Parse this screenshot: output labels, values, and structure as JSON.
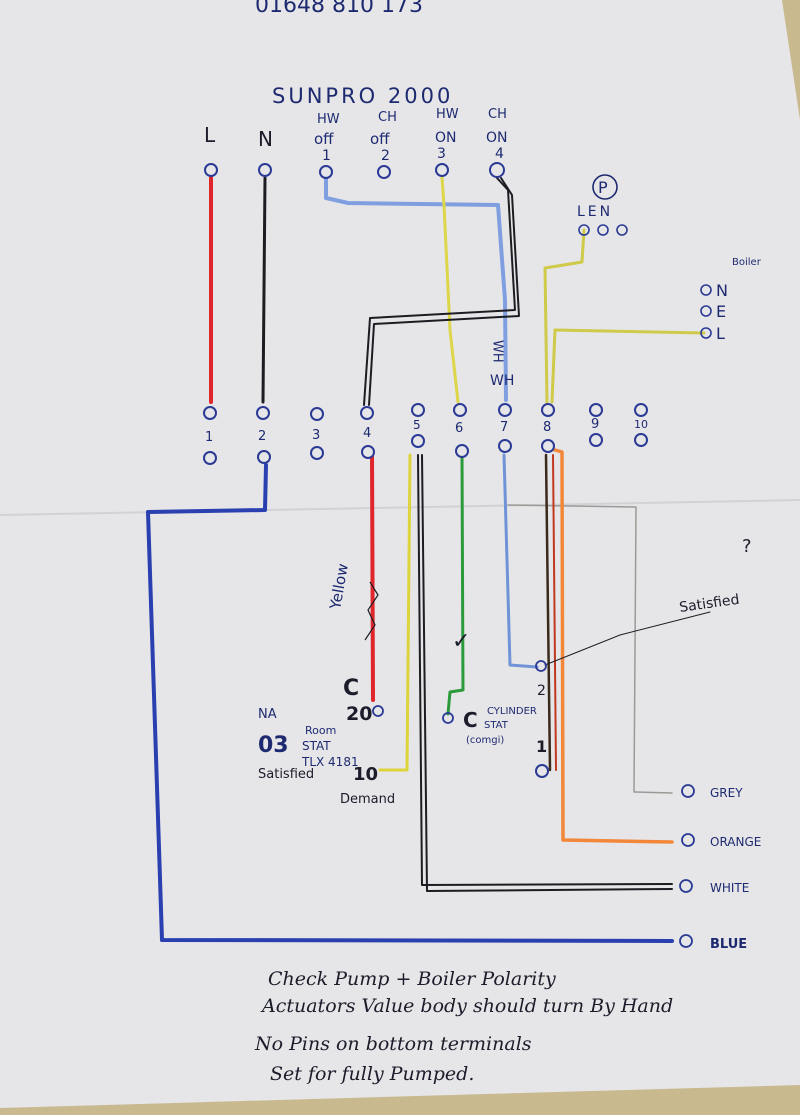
{
  "header": {
    "top_fragment": "01648 810 173",
    "title": "SUNPRO 2000"
  },
  "programmer": {
    "terminals": [
      {
        "top": "L",
        "sub": ""
      },
      {
        "top": "N",
        "sub": ""
      },
      {
        "top": "HW",
        "sub": "off",
        "num": "1"
      },
      {
        "top": "CH",
        "sub": "off",
        "num": "2"
      },
      {
        "top": "HW",
        "sub": "ON",
        "num": "3"
      },
      {
        "top": "CH",
        "sub": "ON",
        "num": "4"
      }
    ]
  },
  "pump": {
    "symbol": "P",
    "label": "LEN"
  },
  "boiler": {
    "title": "Boiler",
    "terminals": [
      "N",
      "E",
      "L"
    ]
  },
  "junction": {
    "numbers": [
      "1",
      "2",
      "3",
      "4",
      "5",
      "6",
      "7",
      "8",
      "9",
      "10"
    ],
    "wh_label_1": "WH",
    "wh_label_2": "WH"
  },
  "room_stat": {
    "top_label": "C",
    "num_top": "20",
    "na": "NA",
    "num_left": "03",
    "room": "Room",
    "stat": "STAT",
    "model": "TLX 4181",
    "num_bottom": "10",
    "satisfied": "Satisfied",
    "demand": "Demand"
  },
  "cylinder_stat": {
    "c_label": "C",
    "line1": "CYLINDER",
    "line2": "STAT",
    "line3": "(comgi)",
    "num_top": "2",
    "num_bottom": "1"
  },
  "annotations": {
    "yellow": "Yellow",
    "question": "?",
    "satisfied": "Satisfied",
    "tick": "✓"
  },
  "cables": [
    {
      "label": "GREY",
      "color": "#8f8f8a"
    },
    {
      "label": "ORANGE",
      "color": "#f2873a"
    },
    {
      "label": "WHITE",
      "color": "#2b2b33"
    },
    {
      "label": "BLUE",
      "color": "#2a3fb0"
    }
  ],
  "notes": [
    "Check Pump + Boiler Polarity",
    "Actuators Value body should turn By Hand",
    "No Pins on bottom terminals",
    "Set for fully Pumped."
  ],
  "colors": {
    "red": "#e0262b",
    "black": "#1c1c22",
    "blue": "#3a55c8",
    "lightblue": "#6f93d6",
    "yellow": "#d8d23a",
    "green": "#2a9a3a",
    "orange": "#f2873a",
    "grey": "#8f8f8a",
    "ink": "#1e2a70"
  }
}
